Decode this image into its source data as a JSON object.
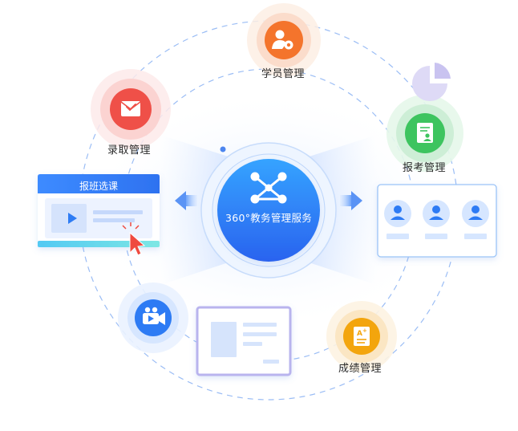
{
  "center": {
    "label": "360°教务管理服务"
  },
  "nodes": {
    "student": {
      "label": "学员管理"
    },
    "admission": {
      "label": "录取管理"
    },
    "enroll": {
      "label": "报考管理"
    },
    "scores": {
      "label": "成绩管理"
    }
  },
  "cards": {
    "class_select": {
      "title": "报班选课"
    }
  },
  "icons": {
    "center": "network-nodes-icon",
    "student": "users-gear-icon",
    "admission": "mail-check-icon",
    "enroll": "document-user-icon",
    "scores": "document-grade-icon",
    "video": "video-camera-icon",
    "pie": "pie-chart-icon",
    "cursor": "cursor-click-icon"
  },
  "colors": {
    "primary_blue": "#2d7bf4",
    "orange": "#f4742c",
    "red": "#ef5048",
    "green": "#3dc45f",
    "amber": "#f3a50d",
    "cyan_accent": "#7fe3e6",
    "lavender": "#dcd9f6"
  }
}
